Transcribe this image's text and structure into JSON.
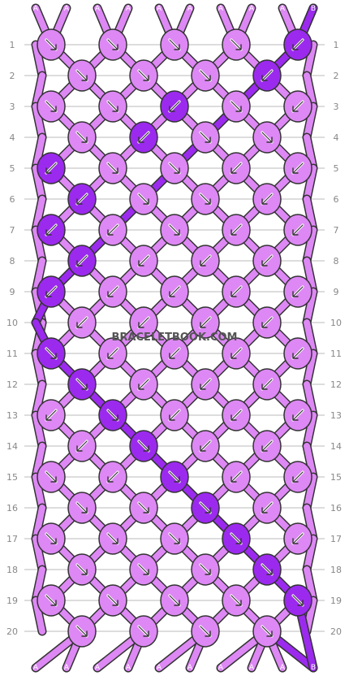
{
  "site": {
    "watermark": "BRACELETBOOK.COM"
  },
  "row_numbers": [
    "1",
    "2",
    "3",
    "4",
    "5",
    "6",
    "7",
    "8",
    "9",
    "10",
    "11",
    "12",
    "13",
    "14",
    "15",
    "16",
    "17",
    "18",
    "19",
    "20"
  ],
  "strand_labels_top": [
    "A",
    "A",
    "A",
    "A",
    "A",
    "A",
    "A",
    "A",
    "A",
    "B"
  ],
  "strand_labels_bottom": [
    "A",
    "A",
    "A",
    "A",
    "A",
    "A",
    "A",
    "A",
    "A",
    "B"
  ],
  "colors": {
    "A": "#dd88f4",
    "B": "#9b2aee",
    "outline": "#333333",
    "gridline": "#bbbbbb"
  },
  "knots": {
    "note_odd_rows": "5 knots per odd row",
    "rows": [
      [
        "ar",
        "ar",
        "ar",
        "ar",
        "B_dl"
      ],
      [
        "ar",
        "ar",
        "ar",
        "B_dl"
      ],
      [
        "ar",
        "ar",
        "B_dl",
        "ar",
        "al"
      ],
      [
        "ar",
        "B_dl",
        "ar",
        "ar"
      ],
      [
        "B_dl",
        "ar",
        "ar",
        "al",
        "al"
      ],
      [
        "B_dl",
        "ar",
        "ar",
        "al"
      ],
      [
        "B_dl",
        "al",
        "ar",
        "al",
        "al"
      ],
      [
        "B_dl",
        "al",
        "al",
        "al"
      ],
      [
        "B_dl",
        "al",
        "al",
        "al",
        "al"
      ],
      [
        "al",
        "al",
        "al",
        "al"
      ],
      [
        "B_dr",
        "al",
        "al",
        "al",
        "al"
      ],
      [
        "B_dr",
        "al",
        "al",
        "al"
      ],
      [
        "al",
        "B_dr",
        "al",
        "al",
        "al"
      ],
      [
        "al",
        "B_dr",
        "al",
        "al"
      ],
      [
        "ar",
        "al",
        "B_dr",
        "al",
        "al"
      ],
      [
        "ar",
        "ar",
        "B_dr",
        "al"
      ],
      [
        "ar",
        "ar",
        "ar",
        "B_dr",
        "al"
      ],
      [
        "ar",
        "ar",
        "ar",
        "B_dr"
      ],
      [
        "ar",
        "ar",
        "ar",
        "ar",
        "B_dr"
      ],
      [
        "ar",
        "ar",
        "ar",
        "ar"
      ]
    ]
  }
}
